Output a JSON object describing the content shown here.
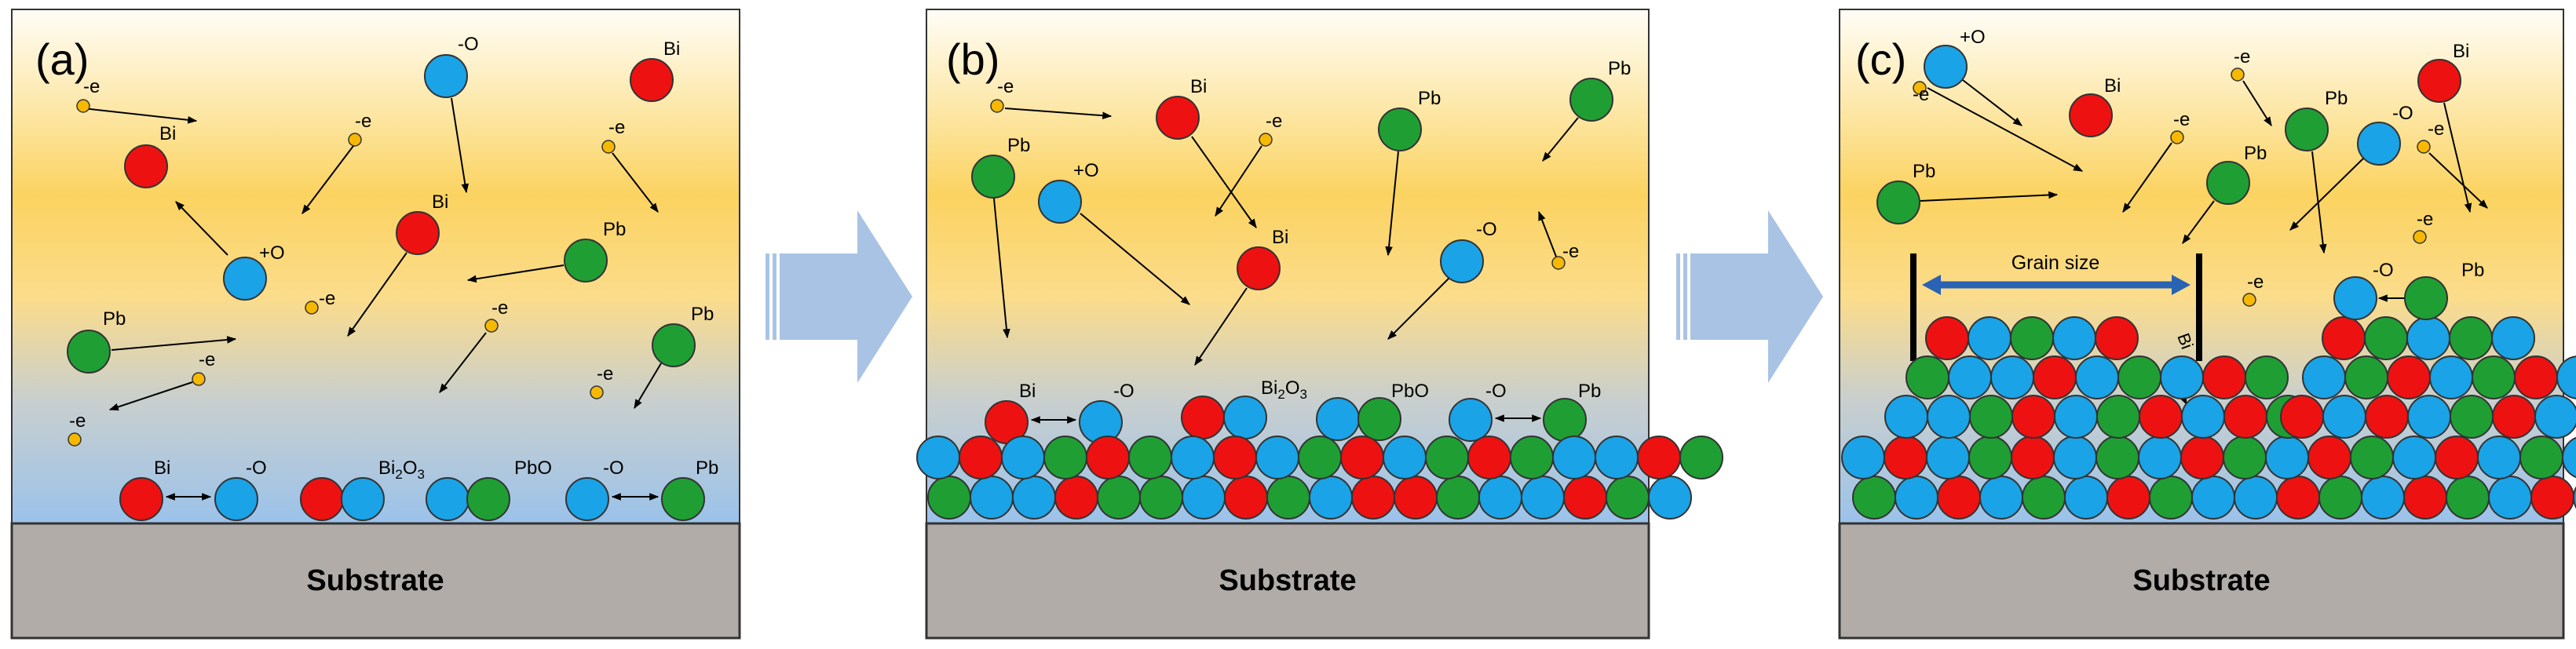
{
  "colors": {
    "bi": "#ee1111",
    "o": "#1aa3e6",
    "pb": "#1f9e34",
    "electron": "#f6b800",
    "substrate": "#b1aca8",
    "process_arrow": "#a9c3e4",
    "grain_arrow": "#2a62b4"
  },
  "substrate_label": "Substrate",
  "panels": [
    {
      "letter": "(a)",
      "labels": {
        "bi": "Bi",
        "pb": "Pb",
        "o_loss": "-O",
        "o_gain": "+O",
        "electron": "-e",
        "bi2o3": "Bi",
        "bi2o3_sub": "2",
        "bi2o3_tail": "O",
        "bi2o3_sub2": "3",
        "pbo": "PbO"
      }
    },
    {
      "letter": "(b)",
      "labels": {
        "bi": "Bi",
        "pb": "Pb",
        "o_loss": "-O",
        "o_gain": "+O",
        "electron": "-e",
        "bi2o3": "Bi",
        "bi2o3_sub": "2",
        "bi2o3_tail": "O",
        "bi2o3_sub2": "3",
        "pbo": "PbO"
      }
    },
    {
      "letter": "(c)",
      "labels": {
        "bi": "Bi",
        "pb": "Pb",
        "o_loss": "-O",
        "o_gain": "+O",
        "electron": "-e",
        "grain_size": "Grain size"
      }
    }
  ]
}
